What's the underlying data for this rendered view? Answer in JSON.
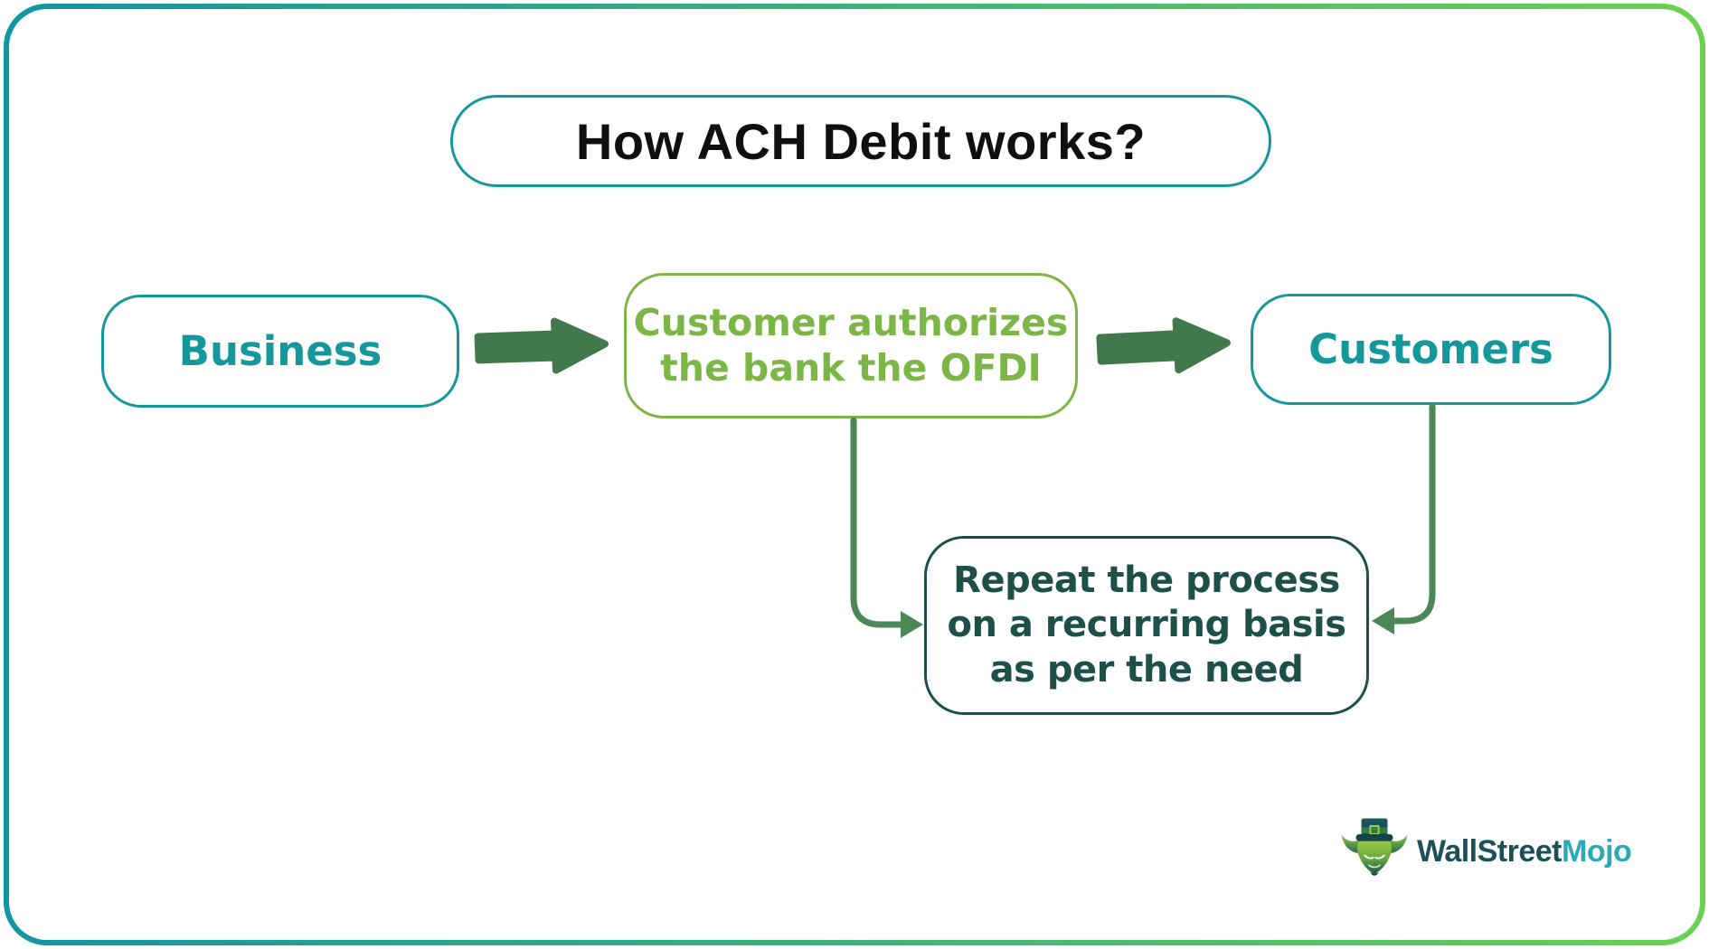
{
  "title": "How ACH Debit works?",
  "nodes": {
    "business": {
      "label": "Business"
    },
    "authorize": {
      "label": "Customer authorizes\nthe bank the OFDI"
    },
    "customers": {
      "label": "Customers"
    },
    "repeat": {
      "label": "Repeat the process\non a recurring basis\nas per the need"
    }
  },
  "flow": [
    {
      "from": "Business",
      "to": "Customer authorizes the bank the OFDI",
      "icon": "right-block-arrow-icon"
    },
    {
      "from": "Customer authorizes the bank the OFDI",
      "to": "Customers",
      "icon": "right-block-arrow-icon"
    },
    {
      "from": "Customer authorizes the bank the OFDI",
      "to": "Repeat the process on a recurring basis as per the need",
      "icon": "curved-connector-arrow-icon"
    },
    {
      "from": "Customers",
      "to": "Repeat the process on a recurring basis as per the need",
      "icon": "curved-connector-arrow-icon"
    }
  ],
  "logo": {
    "brand_part1": "WallStreet",
    "brand_part2": "Mojo",
    "icon": "bull-top-hat-icon"
  },
  "colors": {
    "frame_teal": "#1095a3",
    "frame_green": "#69d150",
    "teal": "#15989c",
    "light_green": "#7cb646",
    "dark_teal": "#1d5048",
    "arrow_green": "#41794d",
    "connector_green": "#4b8757",
    "title_text": "#0f0f0f",
    "logo_dark": "#1d4f5b",
    "logo_teal": "#2aa9b8"
  }
}
